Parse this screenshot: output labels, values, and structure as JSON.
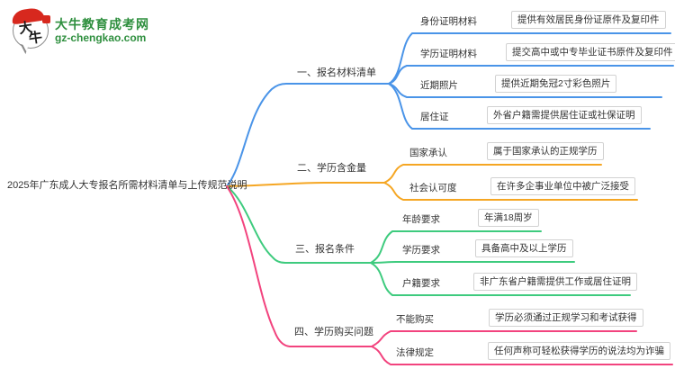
{
  "logo": {
    "title": "大牛教育成考网",
    "url": "gz-chengkao.com",
    "badge_char1": "大",
    "badge_char2": "牛"
  },
  "root": {
    "label": "2025年广东成人大专报名所需材料清单与上传规范说明"
  },
  "branches": [
    {
      "label": "一、报名材料清单",
      "color": "#4a94e8",
      "children": [
        {
          "label": "身份证明材料",
          "desc": "提供有效居民身份证原件及复印件"
        },
        {
          "label": "学历证明材料",
          "desc": "提交高中或中专毕业证书原件及复印件"
        },
        {
          "label": "近期照片",
          "desc": "提供近期免冠2寸彩色照片"
        },
        {
          "label": "居住证",
          "desc": "外省户籍需提供居住证或社保证明"
        }
      ]
    },
    {
      "label": "二、学历含金量",
      "color": "#f5a623",
      "children": [
        {
          "label": "国家承认",
          "desc": "属于国家承认的正规学历"
        },
        {
          "label": "社会认可度",
          "desc": "在许多企事业单位中被广泛接受"
        }
      ]
    },
    {
      "label": "三、报名条件",
      "color": "#3ecb7e",
      "children": [
        {
          "label": "年龄要求",
          "desc": "年满18周岁"
        },
        {
          "label": "学历要求",
          "desc": "具备高中及以上学历"
        },
        {
          "label": "户籍要求",
          "desc": "非广东省户籍需提供工作或居住证明"
        }
      ]
    },
    {
      "label": "四、学历购买问题",
      "color": "#f2437e",
      "children": [
        {
          "label": "不能购买",
          "desc": "学历必须通过正规学习和考试获得"
        },
        {
          "label": "法律规定",
          "desc": "任何声称可轻松获得学历的说法均为诈骗"
        }
      ]
    }
  ]
}
